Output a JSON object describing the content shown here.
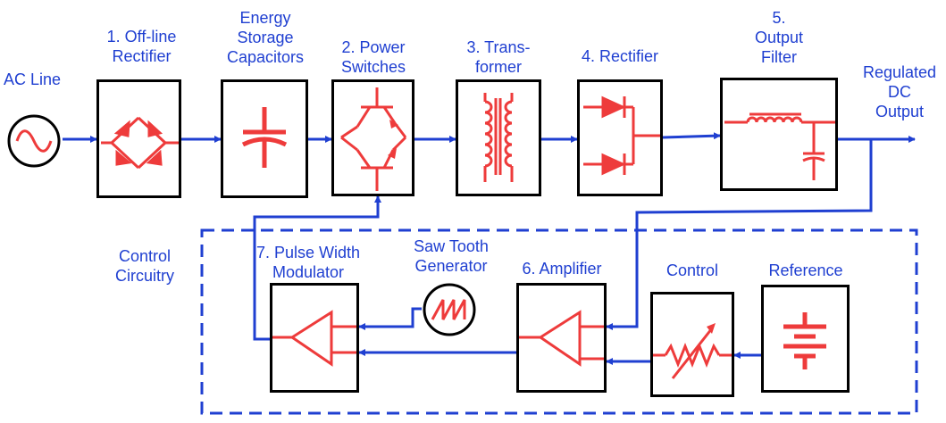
{
  "colors": {
    "wire": "#1f3fd1",
    "symbol": "#ee3b3b",
    "block_border": "#000000",
    "label": "#1f3fd1"
  },
  "labels": {
    "ac_line": "AC Line",
    "rectifier_1": [
      "1. Off-line",
      "Rectifier"
    ],
    "storage": [
      "Energy",
      "Storage",
      "Capacitors"
    ],
    "switches": [
      "2. Power",
      "Switches"
    ],
    "transformer": [
      "3. Trans-",
      "former"
    ],
    "rectifier_4": "4. Rectifier",
    "filter": [
      "5.",
      "Output",
      "Filter"
    ],
    "output": [
      "Regulated",
      "DC",
      "Output"
    ],
    "control_circuitry": [
      "Control",
      "Circuitry"
    ],
    "pwm": [
      "7. Pulse Width",
      "Modulator"
    ],
    "saw": [
      "Saw Tooth",
      "Generator"
    ],
    "amplifier": "6. Amplifier",
    "control": "Control",
    "reference": "Reference"
  },
  "icons": {
    "ac_source": "sine-wave-icon",
    "rectifier_1": "diode-bridge-icon",
    "storage": "capacitor-icon",
    "switches": "transistor-switch-icon",
    "transformer": "transformer-icon",
    "rectifier_4": "diode-pair-icon",
    "filter": "lc-filter-icon",
    "pwm": "comparator-icon",
    "saw": "sawtooth-icon",
    "amplifier": "amplifier-icon",
    "control": "potentiometer-icon",
    "reference": "battery-icon"
  }
}
